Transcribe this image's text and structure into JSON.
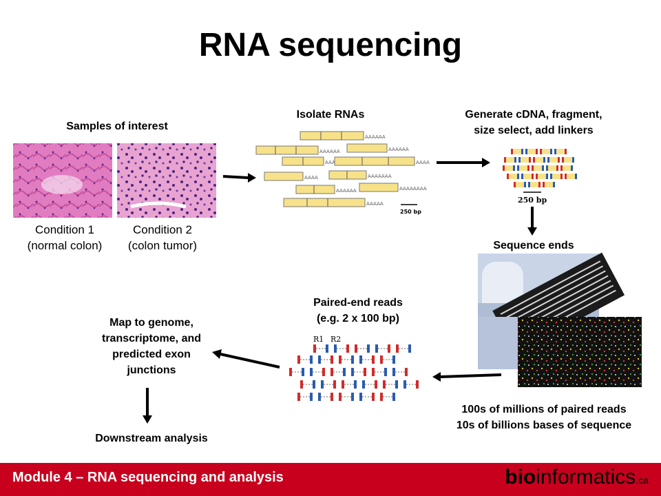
{
  "title": "RNA sequencing",
  "steps": {
    "samples": "Samples of interest",
    "isolate": "Isolate RNAs",
    "generate_line1": "Generate cDNA, fragment,",
    "generate_line2": "size select, add linkers",
    "sequence_ends": "Sequence ends",
    "paired_line1": "Paired-end reads",
    "paired_line2": "(e.g. 2 x 100 bp)",
    "map_line1": "Map to genome,",
    "map_line2": "transcriptome, and",
    "map_line3": "predicted exon",
    "map_line4": "junctions",
    "downstream": "Downstream analysis",
    "reads_line1": "100s of millions of paired reads",
    "reads_line2": "10s of billions bases of sequence"
  },
  "conditions": {
    "c1_line1": "Condition 1",
    "c1_line2": "(normal colon)",
    "c2_line1": "Condition 2",
    "c2_line2": "(colon tumor)"
  },
  "scale": {
    "rna": "250 bp",
    "cdna": "250 bp"
  },
  "read_labels": {
    "r1": "R1",
    "r2": "R2"
  },
  "footer": {
    "module": "Module 4 – RNA sequencing and analysis",
    "logo_bold": "bio",
    "logo_rest": "informatics",
    "logo_suffix": ".ca"
  },
  "colors": {
    "footer": "#c8001e",
    "rna": "#f7e28a",
    "read_red": "#d42a2a",
    "read_blue": "#2a5bb0",
    "tissue": "#d66bb4"
  }
}
